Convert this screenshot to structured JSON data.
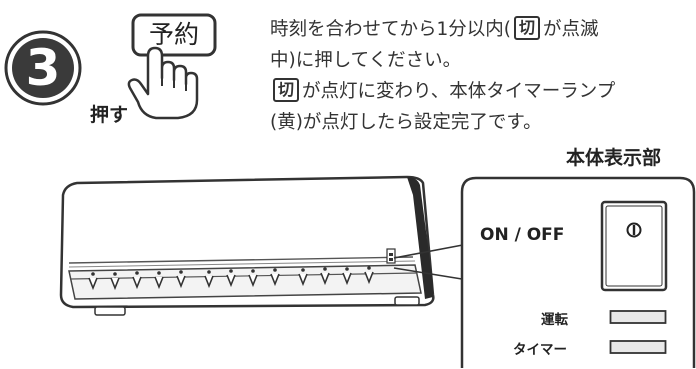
{
  "step": {
    "number": "3"
  },
  "button": {
    "label": "予約",
    "press_label": "押す"
  },
  "instructions": {
    "line1_a": "時刻を合わせてから1分以内(",
    "line1_key": "切",
    "line1_b": "が点滅",
    "line2": "中)に押してください。",
    "line3_key": "切",
    "line3_b": "が点灯に変わり、本体タイマーランプ",
    "line4": "(黄)が点灯したら設定完了です。"
  },
  "panel": {
    "title": "本体表示部",
    "onoff_label": "ON / OFF",
    "power_symbol": "power-icon",
    "run_label": "運転",
    "timer_label": "タイマー"
  }
}
